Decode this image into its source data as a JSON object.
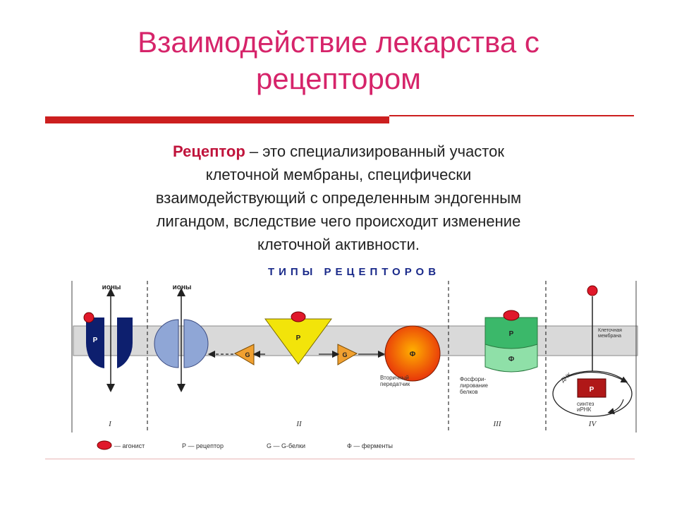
{
  "slide": {
    "title_line1": "Взаимодействие лекарства с",
    "title_line2": "рецептором",
    "definition_term": "Рецептор",
    "definition_dash": " – ",
    "definition_line1": "это специализированный участок",
    "definition_line2": "клеточной мембраны, специфически",
    "definition_line3": "взаимодействующий с определенным эндогенным",
    "definition_line4": "лигандом, вследствие чего происходит изменение",
    "definition_line5": "клеточной активности."
  },
  "diagram": {
    "heading": "ТИПЫ РЕЦЕПТОРОВ",
    "ions_label": "ионы",
    "receptor_letter": "Р",
    "g_letter": "G",
    "f_letter": "Ф",
    "membrane_label_line1": "Клеточная",
    "membrane_label_line2": "мембрана",
    "second_messenger_line1": "Вторичный",
    "second_messenger_line2": "передатчик",
    "phosphorylation_line1": "Фосфори-",
    "phosphorylation_line2": "лирование",
    "phosphorylation_line3": "белков",
    "synthesis_line1": "синтез",
    "synthesis_line2": "иРНК",
    "dna_label": "ДНК",
    "section_labels": [
      "I",
      "II",
      "III",
      "IV"
    ],
    "legend": {
      "agonist": "— агонист",
      "receptor": "Р — рецептор",
      "gproteins": "G — G-белки",
      "enzymes": "Ф — ферменты"
    },
    "colors": {
      "agonist": "#e0182a",
      "membrane": "#d9d9d9",
      "channel": "#0d1f6e",
      "channel_ii": "#8fa6d6",
      "receptor_ii": "#f2e40a",
      "g_protein": "#f0a030",
      "enzyme": "#e8500a",
      "receptor_iii": "#3bb86a",
      "receptor_iv": "#b01818"
    }
  }
}
